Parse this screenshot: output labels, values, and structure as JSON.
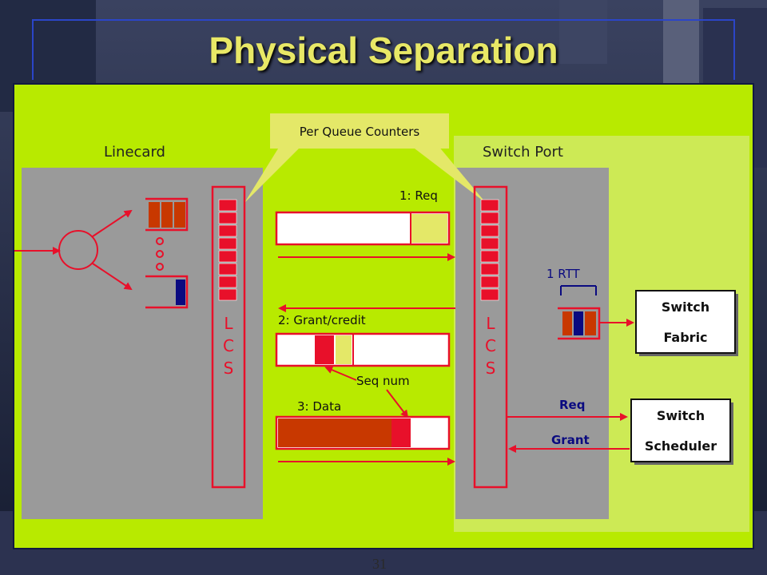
{
  "slide": {
    "title": "Physical Separation",
    "slide_number": "31"
  },
  "colors": {
    "panel": "#b8ea00",
    "box_gray": "#9a9a9a",
    "red": "#e8102a",
    "dark_red": "#c83800",
    "blue": "#0a0a80",
    "callout": "#e4e868"
  },
  "diagram": {
    "linecard_label": "Linecard",
    "switch_port_label": "Switch Port",
    "callout_label": "Per Queue Counters",
    "lcs_letters": [
      "L",
      "C",
      "S"
    ],
    "req_step": "1: Req",
    "grant_step": "2: Grant/credit",
    "data_step": "3: Data",
    "seq_num_label": "Seq num",
    "rtt_label": "1 RTT",
    "req_label": "Req",
    "grant_label": "Grant",
    "switch_fabric": [
      "Switch",
      "Fabric"
    ],
    "switch_scheduler": [
      "Switch",
      "Scheduler"
    ]
  }
}
